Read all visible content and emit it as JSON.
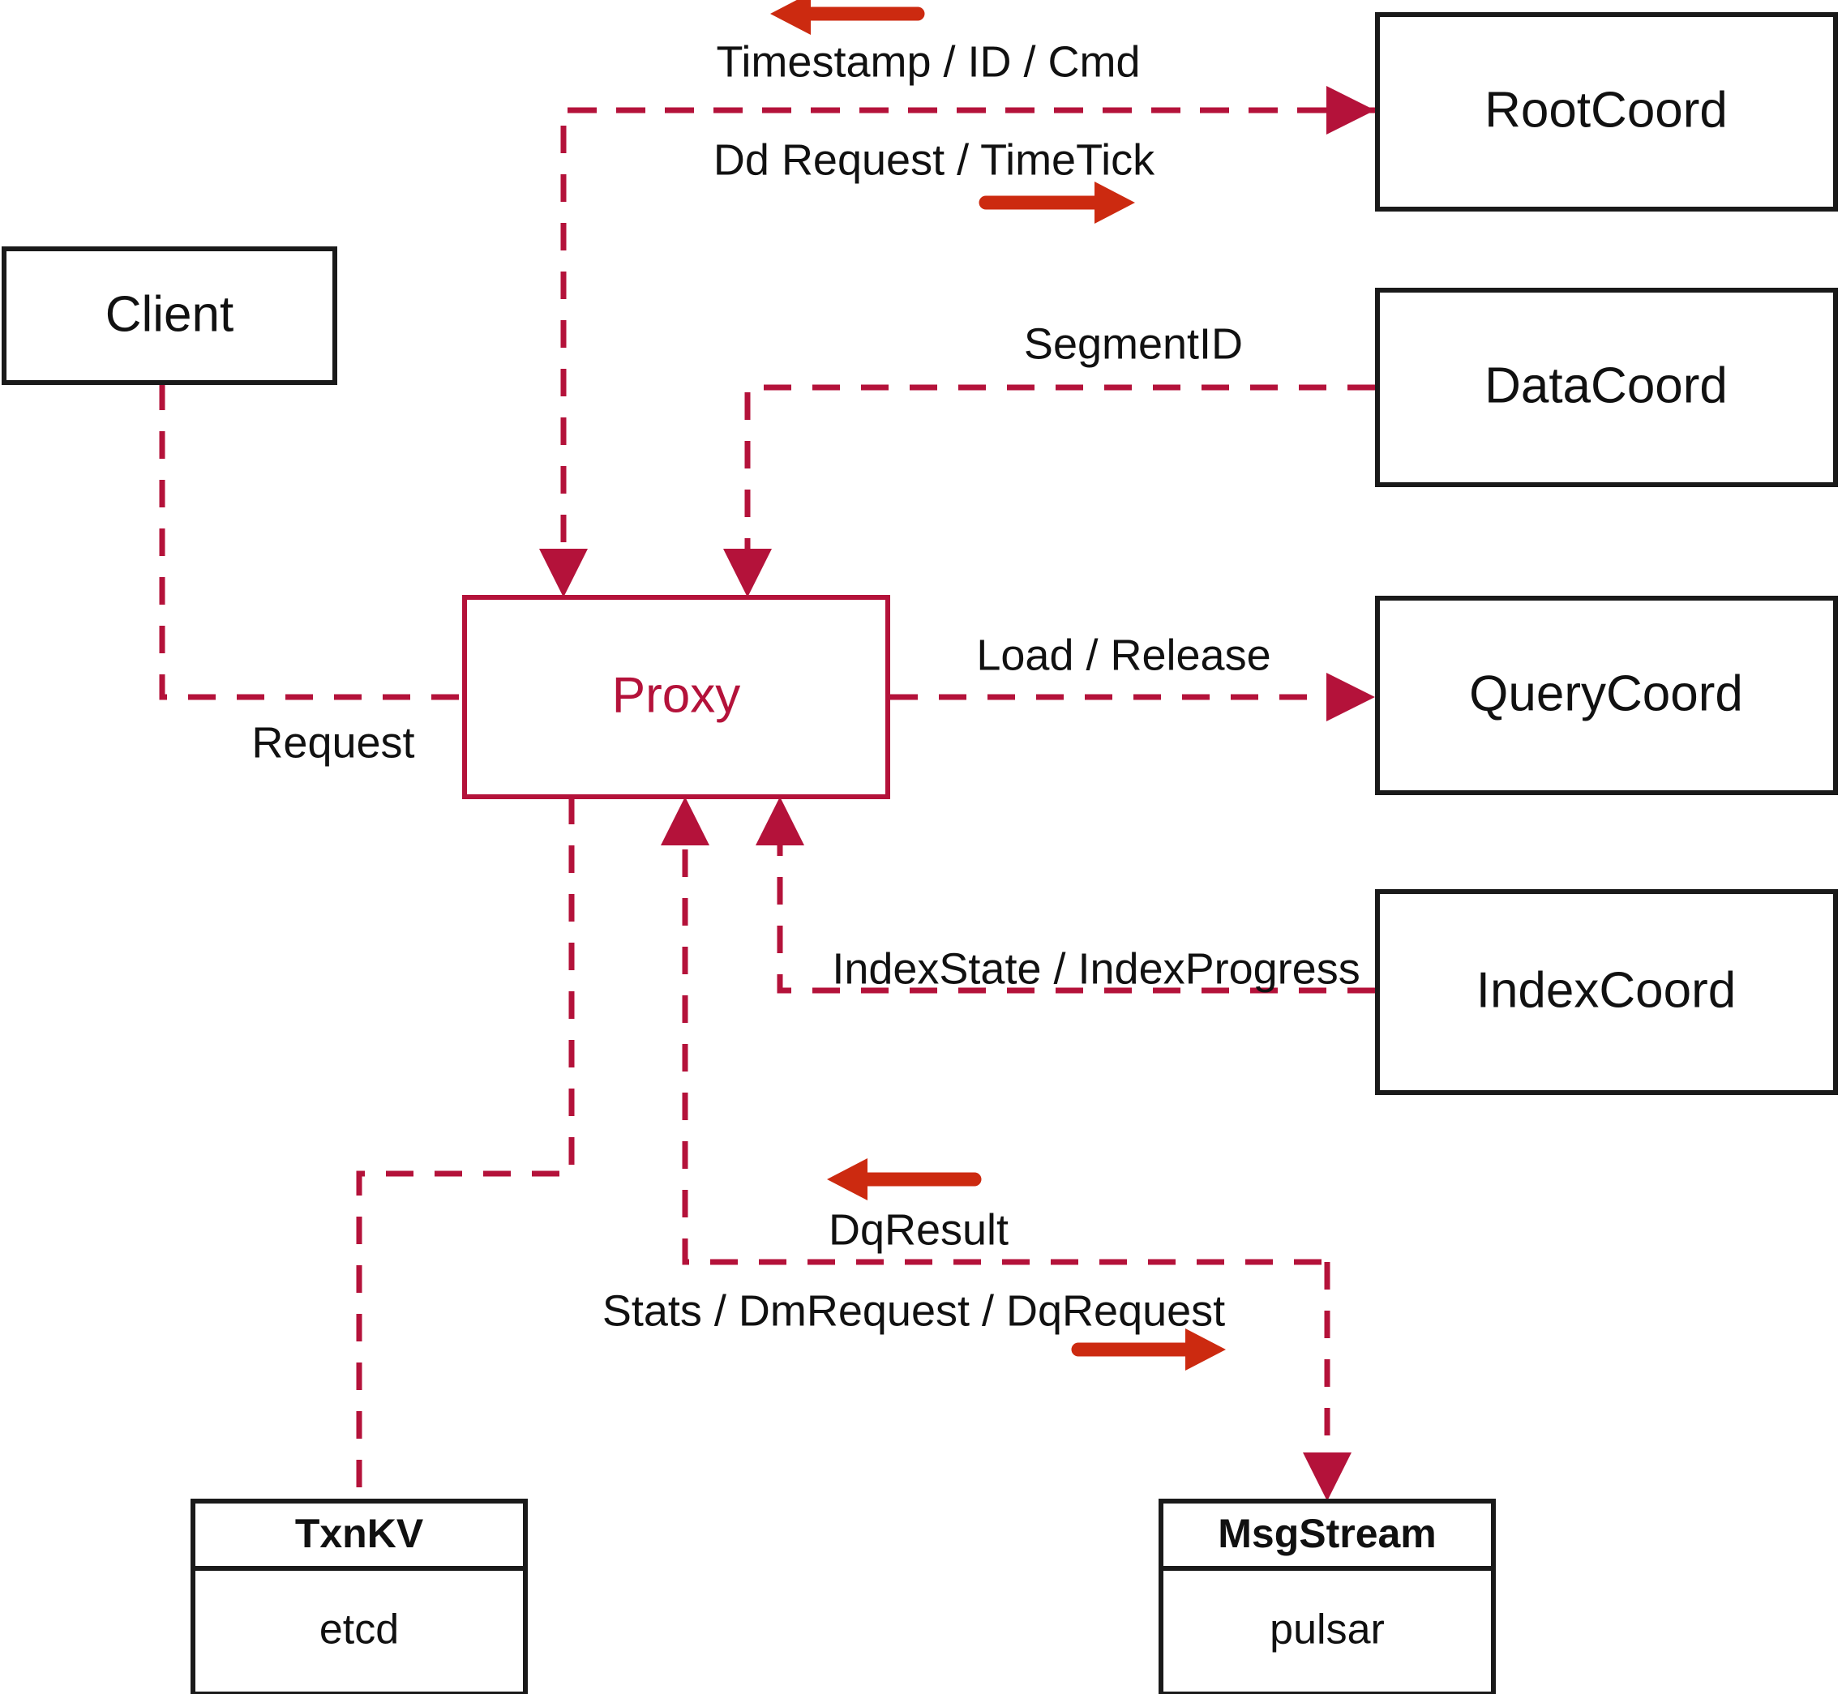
{
  "diagram": {
    "title": "Milvus Proxy interaction diagram",
    "colors": {
      "flow": "#b4123a",
      "direction_arrow": "#cc2a10",
      "node_stroke": "#1a1a1a",
      "proxy_stroke": "#b4123a",
      "proxy_text": "#b4123a",
      "label_text": "#111111",
      "background": "#ffffff"
    },
    "nodes": [
      {
        "id": "client",
        "label": "Client"
      },
      {
        "id": "proxy",
        "label": "Proxy"
      },
      {
        "id": "rootcoord",
        "label": "RootCoord"
      },
      {
        "id": "datacoord",
        "label": "DataCoord"
      },
      {
        "id": "querycoord",
        "label": "QueryCoord"
      },
      {
        "id": "indexcoord",
        "label": "IndexCoord"
      },
      {
        "id": "txnkv",
        "label": "TxnKV",
        "sublabel": "etcd"
      },
      {
        "id": "msgstream",
        "label": "MsgStream",
        "sublabel": "pulsar"
      }
    ],
    "edges": [
      {
        "id": "client-proxy",
        "label": "Request",
        "from": "client",
        "to": "proxy"
      },
      {
        "id": "proxy-rootcoord-in",
        "label": "Timestamp / ID / Cmd",
        "from": "rootcoord",
        "to": "proxy"
      },
      {
        "id": "proxy-rootcoord-out",
        "label": "Dd Request / TimeTick",
        "from": "proxy",
        "to": "rootcoord"
      },
      {
        "id": "datacoord-proxy",
        "label": "SegmentID",
        "from": "datacoord",
        "to": "proxy"
      },
      {
        "id": "proxy-querycoord",
        "label": "Load / Release",
        "from": "proxy",
        "to": "querycoord"
      },
      {
        "id": "indexcoord-proxy",
        "label": "IndexState / IndexProgress",
        "from": "indexcoord",
        "to": "proxy"
      },
      {
        "id": "msgstream-proxy",
        "label": "DqResult",
        "from": "msgstream",
        "to": "proxy"
      },
      {
        "id": "proxy-msgstream",
        "label": "Stats / DmRequest / DqRequest",
        "from": "proxy",
        "to": "msgstream"
      }
    ]
  }
}
